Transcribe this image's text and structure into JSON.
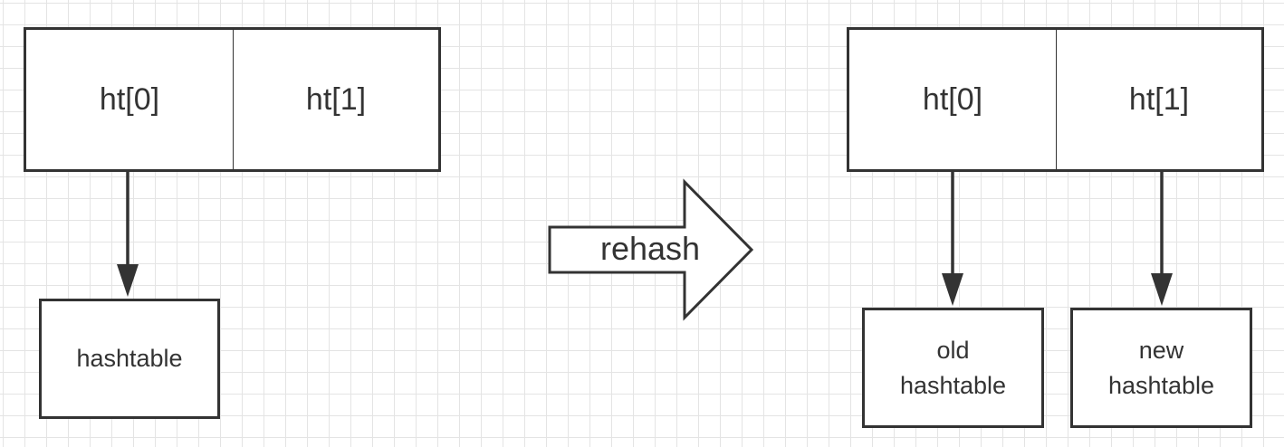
{
  "left": {
    "ht0_label": "ht[0]",
    "ht1_label": "ht[1]",
    "table_label": "hashtable"
  },
  "transition": {
    "label": "rehash"
  },
  "right": {
    "ht0_label": "ht[0]",
    "ht1_label": "ht[1]",
    "old_table_label": "old\nhashtable",
    "new_table_label": "new\nhashtable"
  },
  "colors": {
    "stroke": "#333333",
    "grid": "#e4e4e4",
    "background": "#ffffff"
  }
}
